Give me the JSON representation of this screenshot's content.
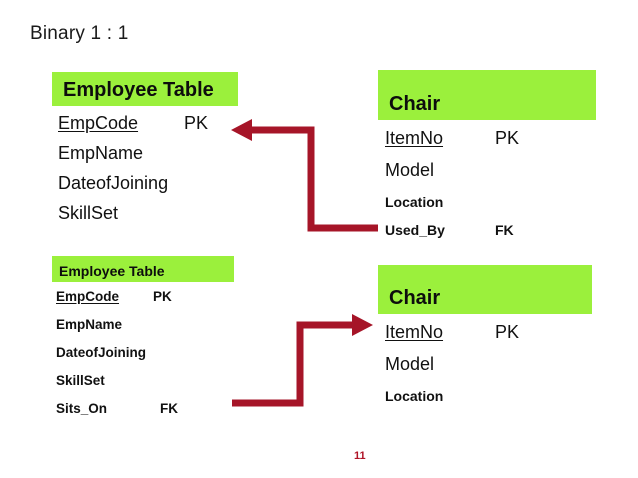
{
  "slide": {
    "title": "Binary 1 : 1",
    "page_number": "11",
    "colors": {
      "entity_header_fill": "#9BF03C",
      "connector": "#A61528",
      "text": "#111111",
      "page_number": "#B01427"
    }
  },
  "entities": [
    {
      "id": "employee-top",
      "name": "Employee Table",
      "attributes": [
        {
          "name": "EmpCode",
          "key": "PK",
          "underlined": true
        },
        {
          "name": "EmpName",
          "key": "",
          "underlined": false
        },
        {
          "name": "DateofJoining",
          "key": "",
          "underlined": false
        },
        {
          "name": "SkillSet",
          "key": "",
          "underlined": false
        }
      ]
    },
    {
      "id": "chair-top",
      "name": "Chair",
      "attributes": [
        {
          "name": "ItemNo",
          "key": "PK",
          "underlined": true
        },
        {
          "name": "Model",
          "key": "",
          "underlined": false
        },
        {
          "name": "Location",
          "key": "",
          "underlined": false
        },
        {
          "name": "Used_By",
          "key": "FK",
          "underlined": false
        }
      ]
    },
    {
      "id": "employee-bottom",
      "name": "Employee Table",
      "attributes": [
        {
          "name": "EmpCode",
          "key": "PK",
          "underlined": true
        },
        {
          "name": "EmpName",
          "key": "",
          "underlined": false
        },
        {
          "name": "DateofJoining",
          "key": "",
          "underlined": false
        },
        {
          "name": "SkillSet",
          "key": "",
          "underlined": false
        },
        {
          "name": "Sits_On",
          "key": "FK",
          "underlined": false
        }
      ]
    },
    {
      "id": "chair-bottom",
      "name": "Chair",
      "attributes": [
        {
          "name": "ItemNo",
          "key": "PK",
          "underlined": true
        },
        {
          "name": "Model",
          "key": "",
          "underlined": false
        },
        {
          "name": "Location",
          "key": "",
          "underlined": false
        }
      ]
    }
  ],
  "connectors": [
    {
      "id": "chair-usedby-to-employee",
      "from": "Used_By",
      "to": "Employee Table",
      "direction": "left"
    },
    {
      "id": "employee-sitson-to-chair",
      "from": "Sits_On",
      "to": "Chair",
      "direction": "right"
    }
  ]
}
